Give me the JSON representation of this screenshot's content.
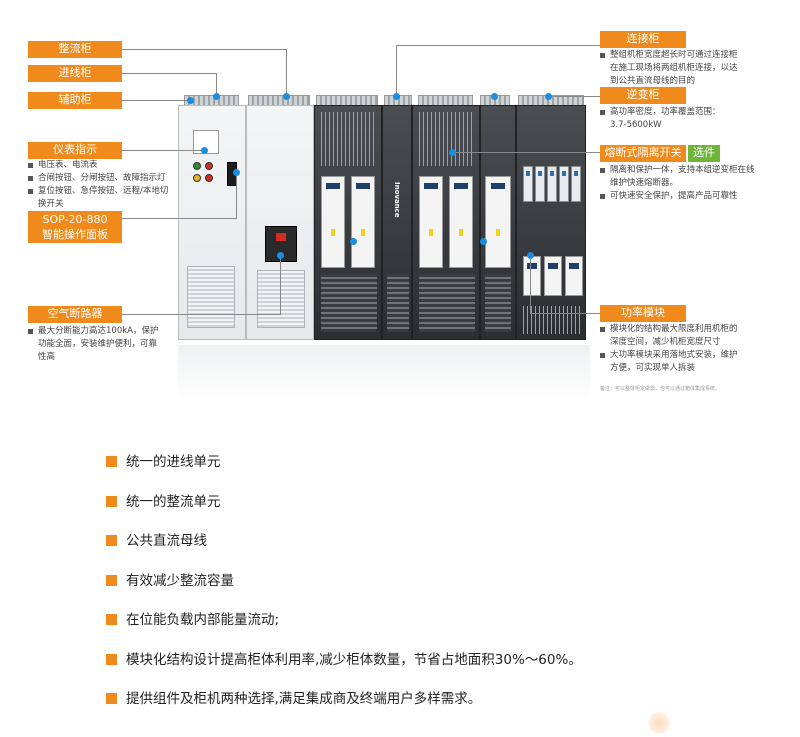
{
  "labels": {
    "rectifier_cabinet": "整流柜",
    "incoming_cabinet": "进线柜",
    "auxiliary_cabinet": "辅助柜",
    "instrument_indicator": "仪表指示",
    "sop_line1": "SOP-20-880",
    "sop_line2": "智能操作面板",
    "air_breaker": "空气断路器",
    "connection_cabinet": "连接柜",
    "inverter_cabinet": "逆变柜",
    "fuse_switch": "熔断式隔离开关",
    "optional": "选件",
    "power_module": "功率模块"
  },
  "descriptions": {
    "instrument": [
      "电压表、电流表",
      "合闸按钮、分闸按钮、故障指示灯",
      "复位按钮、急停按钮、远程/本地切",
      "换开关"
    ],
    "air_breaker": [
      "最大分断能力高达100kA，保护",
      "功能全面，安装维护便利，可靠",
      "性高"
    ],
    "connection": [
      "整组机柜宽度超长时可通过连接柜",
      "在施工现场将两组机柜连接，以达",
      "到公共直流母线的目的"
    ],
    "inverter": [
      "高功率密度，功率覆盖范围：",
      "3.7-5600kW"
    ],
    "fuse": [
      "隔离和保护一体，支持本组逆变柜在线",
      "维护快速熔断器。",
      "可快速安全保护，提高产品可靠性"
    ],
    "power_module": [
      "模块化的结构最大限度利用机柜的",
      "深度空间，减少机柜宽度尺寸",
      "大功率模块采用落地式安装，维护",
      "方便，可实现单人拆装"
    ]
  },
  "note": "备注：可以整体柜定做需，也可以通过箱体集成系统。",
  "brand": "Inovance",
  "features": [
    "统一的进线单元",
    "统一的整流单元",
    "公共直流母线",
    "有效减少整流容量",
    "在位能负载内部能量流动;",
    "模块化结构设计提高柜体利用率,减少柜体数量，节省占地面积30%～60%。",
    "提供组件及柜机两种选择,满足集成商及终端用户多样需求。"
  ],
  "colors": {
    "accent": "#f08a1c",
    "option": "#6fb53a",
    "marker": "#1a8ee0"
  },
  "icons": [
    "bullet-square-icon",
    "leader-dot-icon"
  ]
}
